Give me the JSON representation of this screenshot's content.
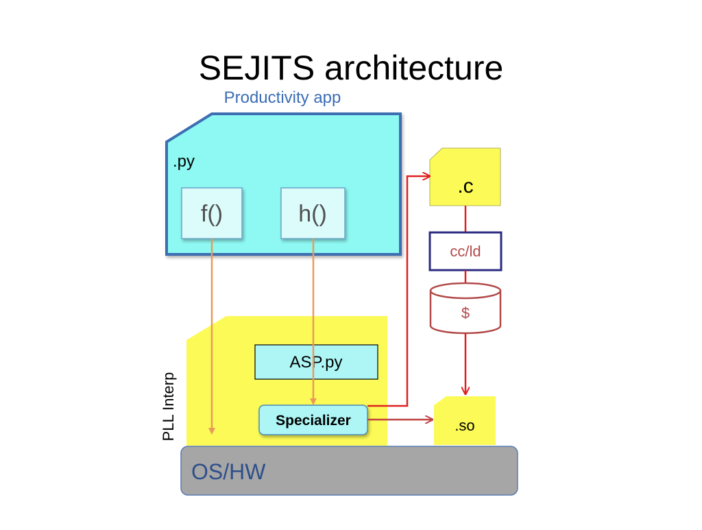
{
  "slide": {
    "title": "SEJITS architecture"
  },
  "diagram": {
    "app_label": "Productivity app",
    "py_file_label": ".py",
    "function_f_label": "f()",
    "function_h_label": "h()",
    "pll_interp_label": "PLL Interp",
    "asp_label": "ASP.py",
    "specializer_label": "Specializer",
    "os_hw_label": "OS/HW",
    "c_file_label": ".c",
    "compiler_label": "cc/ld",
    "cache_label": "$",
    "so_file_label": ".so"
  },
  "colors": {
    "py_fill": "#8ef8f2",
    "py_stroke": "#3d6eb2",
    "interp_fill": "#fbfa56",
    "file_fill": "#fbfa56",
    "os_fill": "#a6a6a6",
    "os_text": "#2e4f8a",
    "app_label": "#3b6db5",
    "compiler_text": "#b34a4a",
    "compiler_stroke": "#2b2b80",
    "red_arrow": "#e02020",
    "orange_arrow": "#e99a5a",
    "cache_stroke": "#b34a4a",
    "box_fill": "#dcfbfb"
  }
}
